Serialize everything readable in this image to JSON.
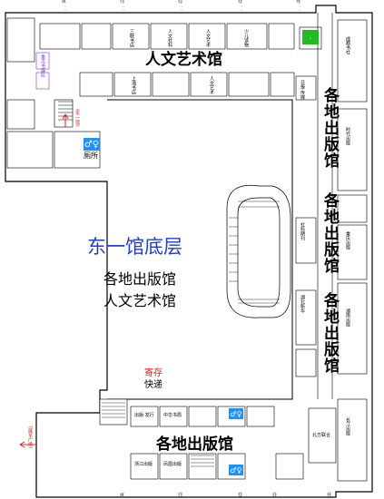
{
  "title": "东一馆底层",
  "subtitle_line1": "各地出版馆",
  "subtitle_line2": "人文艺术馆",
  "zones": {
    "humanities_top": "人文艺术馆",
    "regional_right_1": "各地出版馆",
    "regional_right_2": "各地出版馆",
    "regional_right_3": "各地出版馆",
    "regional_bottom": "各地出版馆"
  },
  "labels": {
    "storage": "寄存",
    "express": "快递",
    "toilet": "厕所",
    "gate_note": "(东一馆)",
    "exit_note": "(展览广场)",
    "sf_label": "图书馆走道",
    "side_promo": "重点书展区",
    "east_hall_note": "图书·专用"
  },
  "axis_top": [
    "⑩",
    "⑪",
    "⑫",
    "⑬",
    "⑭"
  ],
  "axis_bottom": [
    "⑩",
    "⑪",
    "⑫",
    "⑬",
    "⑭"
  ],
  "booth_labels": {
    "a1": "三联书店",
    "a2": "人文社科",
    "a3": "人文艺术",
    "a4": "少儿读物",
    "b1": "上海书店",
    "b2": "人文艺术",
    "c1": "成都书社",
    "c2": "时代出版",
    "c3": "重庆出版",
    "d1": "社科期刊",
    "d2": "湖南出版",
    "d3": "长江出版",
    "e1": "湖北新华",
    "e2": "日报·传媒",
    "e3": "北方联合",
    "f1": "出版·发行",
    "f2": "中华书局",
    "g1": "浙江出版",
    "g2": "凤凰出版"
  }
}
